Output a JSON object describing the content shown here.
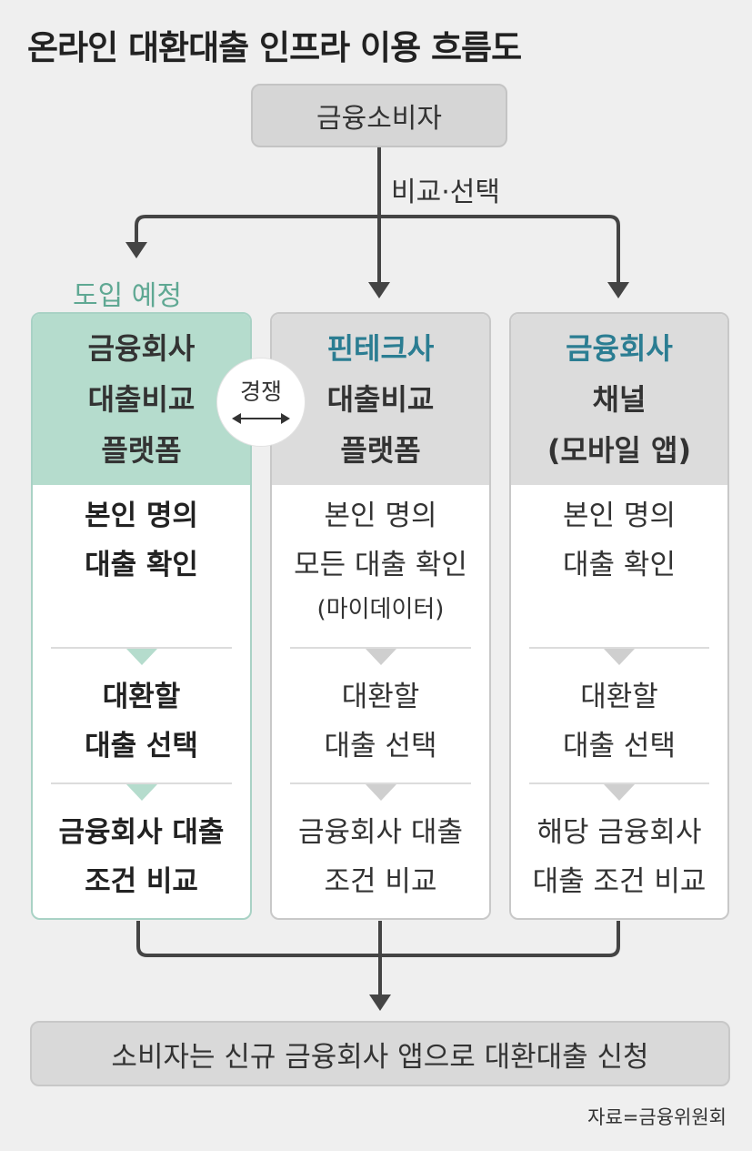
{
  "title": "온라인 대환대출 인프라 이용 흐름도",
  "top_node": "금융소비자",
  "compare_label": "비교·선택",
  "planned_label": "도입 예정",
  "compete_label": "경쟁",
  "columns": [
    {
      "head": [
        "금융회사",
        "대출비교",
        "플랫폼"
      ],
      "steps": [
        [
          "본인 명의",
          "대출 확인"
        ],
        [
          "대환할",
          "대출 선택"
        ],
        [
          "금융회사 대출",
          "조건 비교"
        ]
      ]
    },
    {
      "head": [
        "핀테크사",
        "대출비교",
        "플랫폼"
      ],
      "steps": [
        [
          "본인 명의",
          "모든 대출 확인",
          "(마이데이터)"
        ],
        [
          "대환할",
          "대출 선택"
        ],
        [
          "금융회사 대출",
          "조건 비교"
        ]
      ]
    },
    {
      "head": [
        "금융회사",
        "채널",
        "(모바일 앱)"
      ],
      "steps": [
        [
          "본인 명의",
          "대출 확인"
        ],
        [
          "대환할",
          "대출 선택"
        ],
        [
          "해당 금융회사",
          "대출 조건 비교"
        ]
      ]
    }
  ],
  "bottom_node": "소비자는 신규 금융회사 앱으로 대환대출 신청",
  "source": "자료=금융위원회",
  "colors": {
    "accent_green": "#b5dccd",
    "accent_blue": "#2b7d92",
    "gray_box": "#dcdcdc"
  }
}
